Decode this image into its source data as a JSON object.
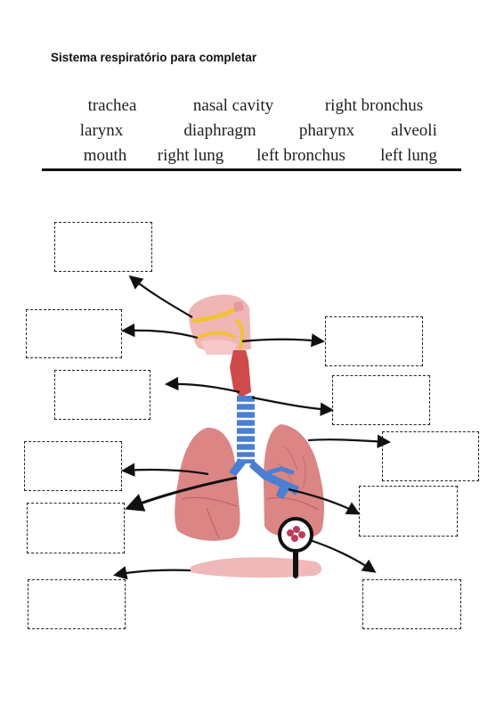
{
  "worksheet": {
    "title": "Sistema respiratório para completar",
    "word_bank": [
      "trachea",
      "nasal cavity",
      "right bronchus",
      "larynx",
      "diaphragm",
      "pharynx",
      "alveoli",
      "mouth",
      "right lung",
      "left bronchus",
      "left lung"
    ],
    "answer_boxes_count": 11
  },
  "colors": {
    "lung": "#db8585",
    "lung_dark": "#b85f5f",
    "trachea_ring": "#4a7fd4",
    "larynx": "#cf4a4a",
    "nasal": "#f0b5b5",
    "nasal_bone": "#f2c233",
    "diaphragm": "#f0b8b8",
    "alveoli": "#c0395b"
  },
  "icons": {
    "magnifier": "magnifying-glass-icon"
  }
}
